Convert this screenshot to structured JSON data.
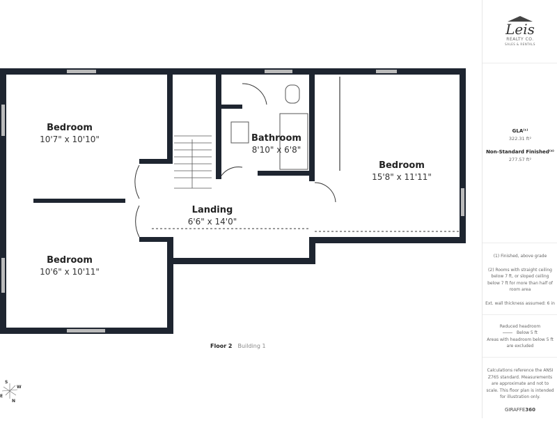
{
  "rooms": [
    {
      "name": "Bedroom",
      "dims": "10'7\" x 10'10\""
    },
    {
      "name": "Bathroom",
      "dims": "8'10\" x 6'8\""
    },
    {
      "name": "Bedroom",
      "dims": "15'8\" x 11'11\""
    },
    {
      "name": "Landing",
      "dims": "6'6\" x 14'0\""
    },
    {
      "name": "Bedroom",
      "dims": "10'6\" x 10'11\""
    }
  ],
  "footer": {
    "floor": "Floor 2",
    "building": "Building 1"
  },
  "compass": {
    "s": "S",
    "w": "W",
    "e": "E",
    "n": "N"
  },
  "panel": {
    "logo": {
      "name": "Leis",
      "line1": "REALTY CO.",
      "line2": "SALES & RENTALS"
    },
    "gla_label": "GLA⁽¹⁾",
    "gla_value": "322.31 ft²",
    "nsf_label": "Non-Standard Finished⁽²⁾",
    "nsf_value": "277.57 ft²",
    "note1": "(1) Finished, above grade",
    "note2": "(2) Rooms with straight ceiling below 7 ft, or sloped ceiling below 7 ft for more than half of room area",
    "note3": "Ext. wall thickness assumed: 6 in",
    "headroom_title": "Reduced headroom",
    "headroom_legend": "Below 5 ft",
    "headroom_note": "Areas with headroom below 5 ft are excluded",
    "disclaimer": "Calculations reference the ANSI Z765 standard. Measurements are approximate and not to scale. This floor plan is intended for illustration only.",
    "brand_a": "GIRAFFE",
    "brand_b": "360"
  },
  "colors": {
    "wall": "#1e2530",
    "window": "#bbbbbb"
  }
}
